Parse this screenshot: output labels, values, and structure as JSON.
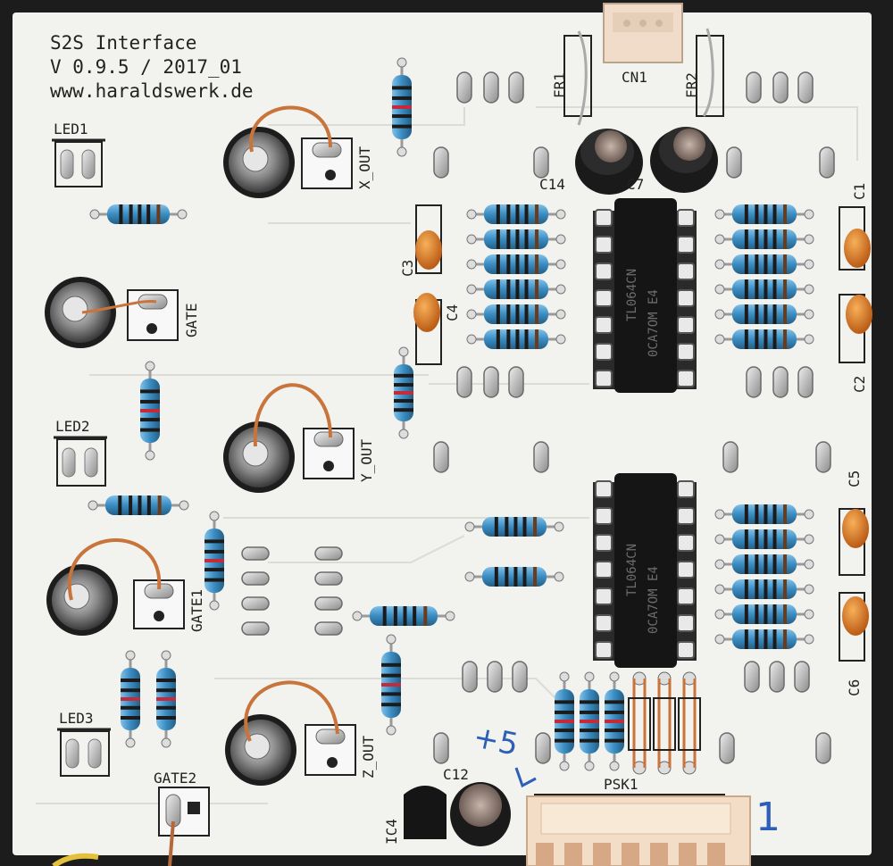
{
  "board": {
    "title_line1": "S2S Interface",
    "title_line2": "V 0.9.5 / 2017_01",
    "title_line3": "www.haraldswerk.de"
  },
  "labels": {
    "led1": "LED1",
    "led2": "LED2",
    "led3": "LED3",
    "gate": "GATE",
    "gate1": "GATE1",
    "gate2": "GATE2",
    "x_out": "X_OUT",
    "y_out": "Y_OUT",
    "z_out": "Z_OUT",
    "cn1": "CN1",
    "fr1": "FR1",
    "fr2": "FR2",
    "c1": "C1",
    "c2": "C2",
    "c3": "C3",
    "c4": "C4",
    "c5": "C5",
    "c6": "C6",
    "c7": "C7",
    "c12": "C12",
    "c14": "C14",
    "ic4": "IC4",
    "psk1": "PSK1"
  },
  "chips": {
    "ic_top_line1": "TL064CN",
    "ic_top_line2": "0CA7OM E4",
    "ic_bottom_line1": "TL064CN",
    "ic_bottom_line2": "0CA7OM E4"
  },
  "handwriting": {
    "plus5": "+5",
    "one": "1"
  },
  "colors": {
    "pcb": "#f2f2ef",
    "resistor_body": "#3f8fc4",
    "capacitor_tantalum": "#e07a22",
    "wire_copper": "#c8743a",
    "ic_body": "#161616",
    "connector_cream": "#f3ddc6"
  }
}
